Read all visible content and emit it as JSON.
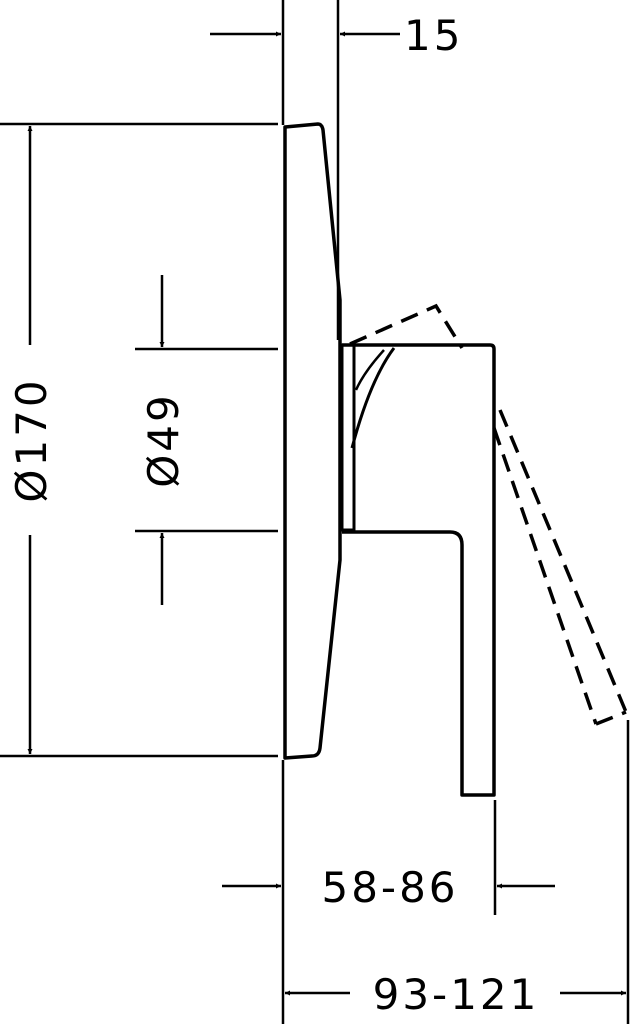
{
  "dimensions": {
    "top_width": "15",
    "outer_diameter": "Ø170",
    "inner_diameter": "Ø49",
    "lever_depth": "58-86",
    "total_depth": "93-121"
  },
  "colors": {
    "line": "#000000",
    "background": "#ffffff"
  }
}
